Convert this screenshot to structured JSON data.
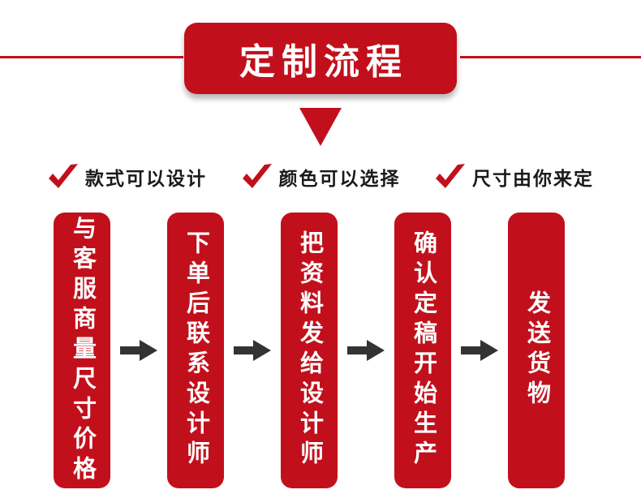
{
  "banner": {
    "title": "定制流程"
  },
  "features": [
    {
      "label": "款式可以设计"
    },
    {
      "label": "颜色可以选择"
    },
    {
      "label": "尺寸由你来定"
    }
  ],
  "steps": [
    {
      "label": "与客服商量尺寸价格"
    },
    {
      "label": "下单后联系设计师"
    },
    {
      "label": "把资料发给设计师"
    },
    {
      "label": "确认定稿开始生产"
    },
    {
      "label": "发送货物"
    }
  ],
  "icons": {
    "checkmark": "check-icon",
    "arrow_right": "right-arrow-icon",
    "down_pointer": "triangle-down-icon"
  },
  "colors": {
    "accent": "#c1101c",
    "arrow": "#333333",
    "text": "#1a1a1a"
  }
}
